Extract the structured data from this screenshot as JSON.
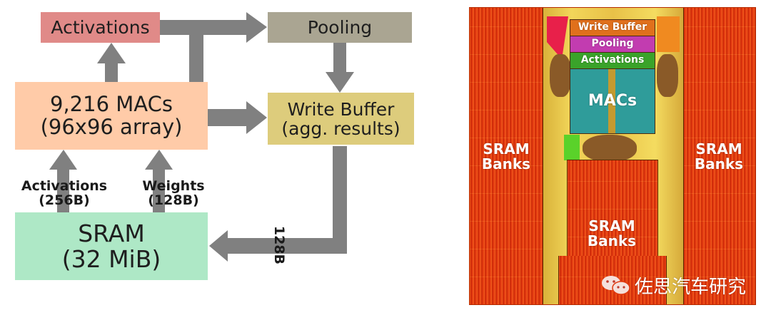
{
  "left_diagram": {
    "boxes": {
      "activations": {
        "label": "Activations",
        "color": "#e08a88"
      },
      "pooling": {
        "label": "Pooling",
        "color": "#aaa592"
      },
      "macs": {
        "line1": "9,216 MACs",
        "line2": "(96x96 array)",
        "color": "#ffcba8"
      },
      "write_buffer": {
        "line1": "Write Buffer",
        "line2": "(agg. results)",
        "color": "#ddcc7c"
      },
      "sram": {
        "line1": "SRAM",
        "line2": "(32 MiB)",
        "color": "#aee8c6"
      }
    },
    "arrow_labels": {
      "activations_in": {
        "line1": "Activations",
        "line2": "(256B)"
      },
      "weights_in": {
        "line1": "Weights",
        "line2": "(128B)"
      },
      "writeback": "128B"
    },
    "arrow_color": "#808080"
  },
  "die_photo": {
    "blocks": {
      "write_buffer": {
        "label": "Write Buffer",
        "color": "#e0701c"
      },
      "pooling": {
        "label": "Pooling",
        "color": "#c23cb0"
      },
      "activations": {
        "label": "Activations",
        "color": "#3aa32a"
      },
      "macs": {
        "label": "MACs",
        "color": "#2f9c9a"
      }
    },
    "sram_left": {
      "line1": "SRAM",
      "line2": "Banks"
    },
    "sram_right": {
      "line1": "SRAM",
      "line2": "Banks"
    },
    "sram_center": {
      "line1": "SRAM",
      "line2": "Banks"
    },
    "sram_color": "#e03a10"
  },
  "watermark": {
    "icon": "wechat-icon",
    "text": "佐思汽车研究"
  }
}
